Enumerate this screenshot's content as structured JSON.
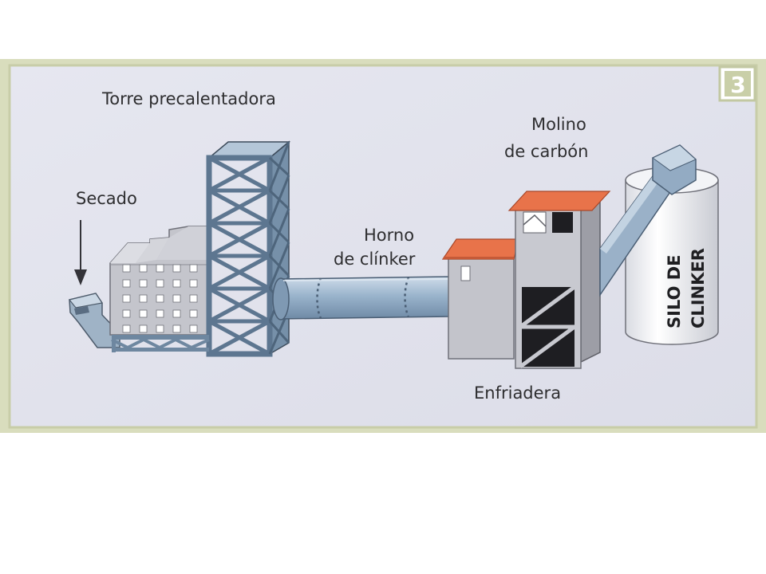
{
  "panel_number": "3",
  "labels": {
    "preheater_tower": "Torre precalentadora",
    "drying": "Secado",
    "kiln_line1": "Horno",
    "kiln_line2": "de clínker",
    "coal_mill_line1": "Molino",
    "coal_mill_line2": "de carbón",
    "cooler": "Enfriadera",
    "silo_line1": "SILO DE",
    "silo_line2": "CLINKER"
  },
  "colors": {
    "panel_bg": "#e3e4ee",
    "frame": "#d2d7b6",
    "steel": "#8ea4ba",
    "kiln": "#9ab4cc",
    "building": "#bfc0c7",
    "roof": "#e8734a",
    "dark": "#1e1e22"
  }
}
